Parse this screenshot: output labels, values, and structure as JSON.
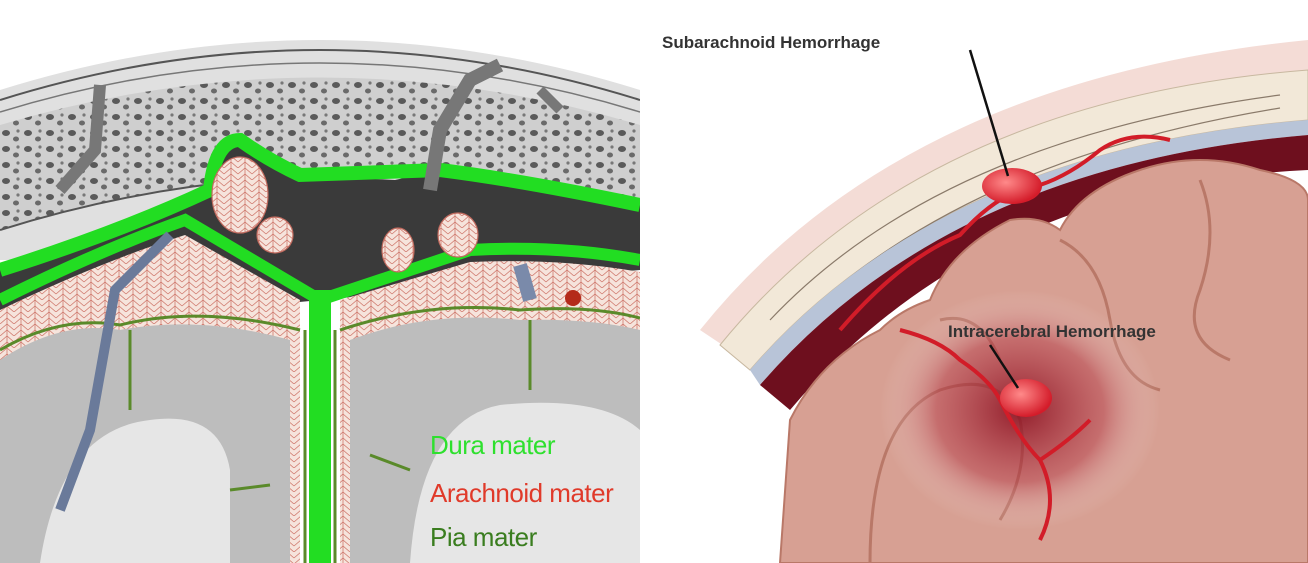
{
  "left_panel": {
    "legend": [
      {
        "label": "Dura mater",
        "color": "#2ecc2e"
      },
      {
        "label": "Arachnoid mater",
        "color": "#e03a2a"
      },
      {
        "label": "Pia mater",
        "color": "#3a7d1f"
      }
    ]
  },
  "right_panel": {
    "callouts": {
      "subarachnoid": "Subarachnoid Hemorrhage",
      "intracerebral": "Intracerebral Hemorrhage"
    }
  },
  "colors": {
    "dura": "#22dd22",
    "arachnoid": "#e8a6a0",
    "pia": "#5a8a2a",
    "bone": "#d6d6d6",
    "cortex": "#c8c8c8",
    "blood": "#8a1020",
    "brain_tissue": "#d39a8e"
  }
}
